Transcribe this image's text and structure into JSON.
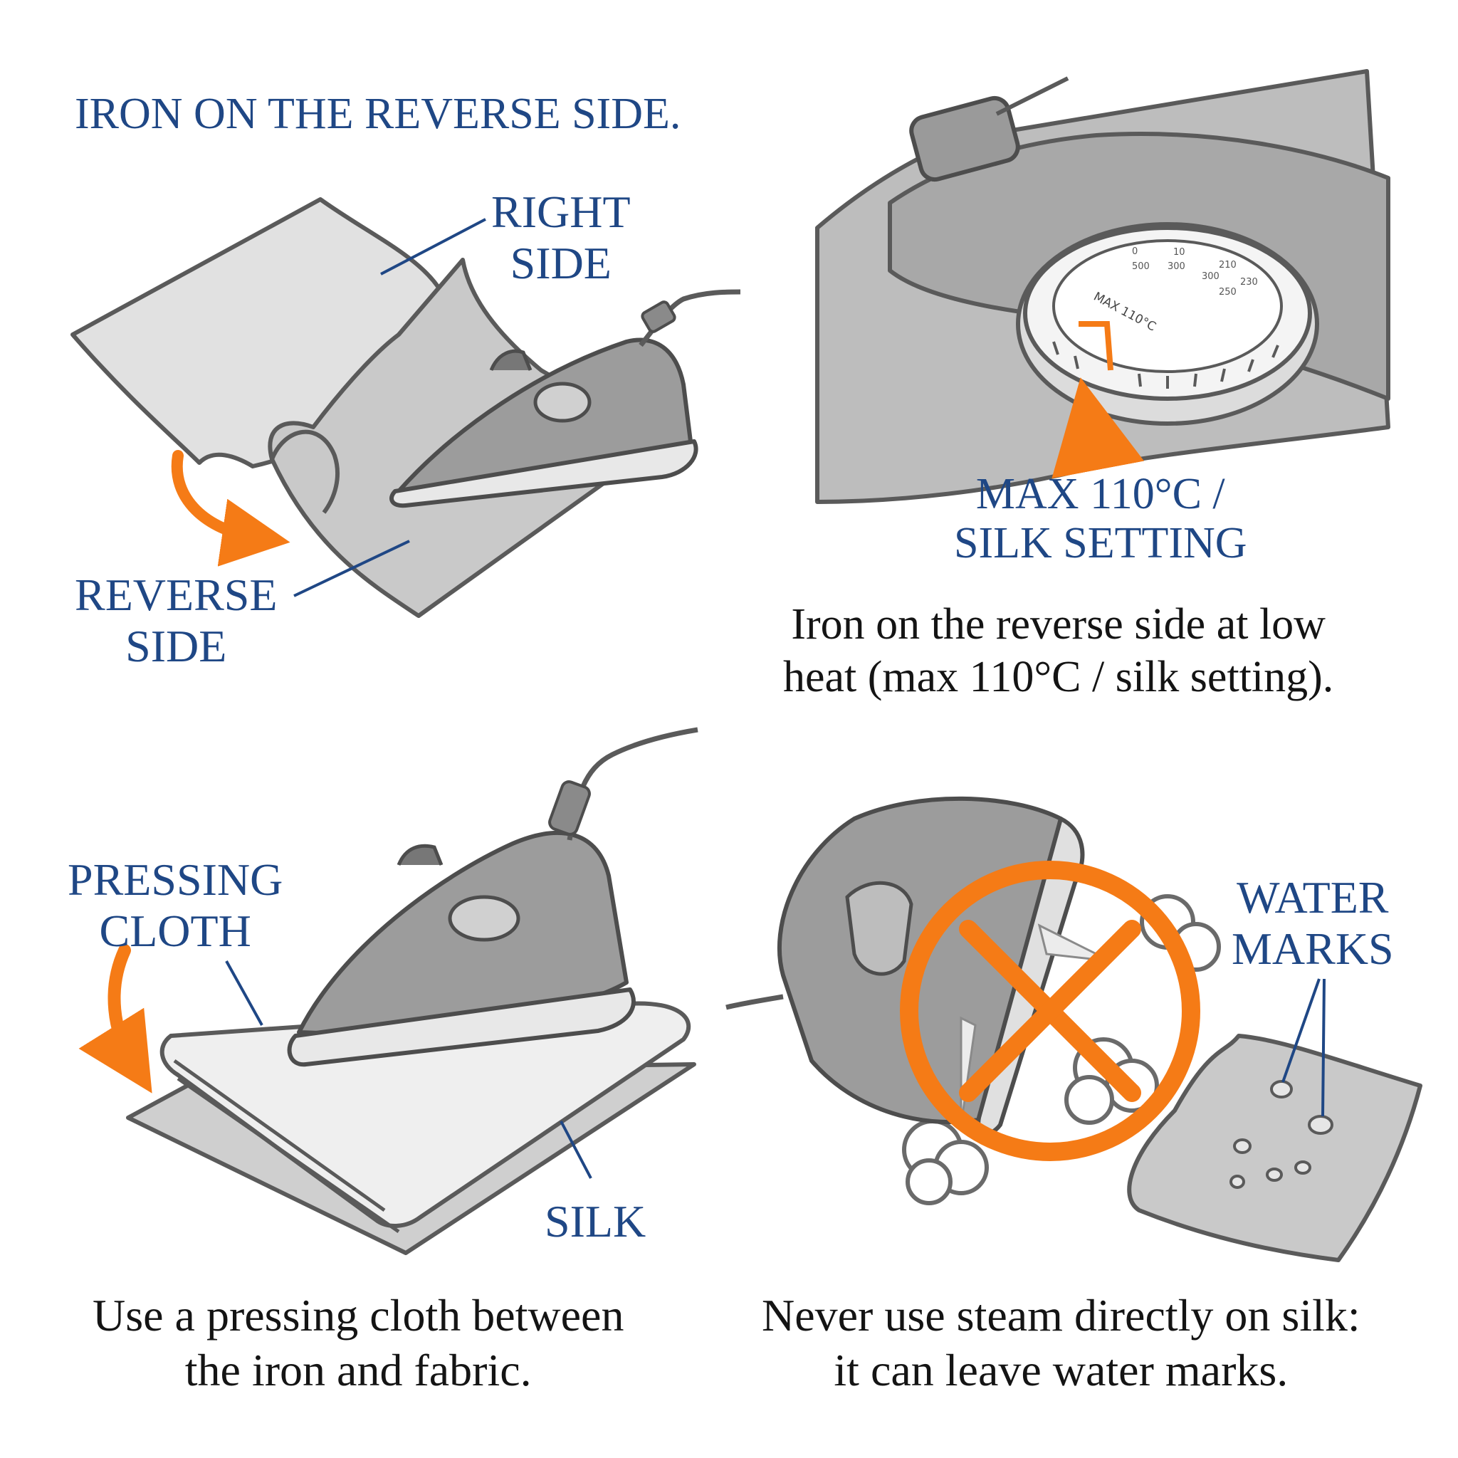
{
  "panels": [
    {
      "id": "reverse-side",
      "heading": "IRON ON THE REVERSE SIDE.",
      "labels": {
        "right_side": [
          "RIGHT",
          "SIDE"
        ],
        "reverse_side": [
          "REVERSE",
          "SIDE"
        ]
      }
    },
    {
      "id": "temperature",
      "dial": {
        "scale_top": [
          "0",
          "10",
          "210",
          "230"
        ],
        "scale_bottom": [
          "500",
          "300",
          "300",
          "250"
        ],
        "setting": "MAX 110°C"
      },
      "callout": [
        "MAX 110°C /",
        "SILK SETTING"
      ],
      "caption": [
        "Iron on the reverse side at low",
        "heat (max 110°C / silk setting)."
      ]
    },
    {
      "id": "pressing-cloth",
      "labels": {
        "pressing_cloth": [
          "PRESSING",
          "CLOTH"
        ],
        "silk": "SILK"
      },
      "caption": [
        "Use a pressing cloth between",
        "the iron and fabric."
      ]
    },
    {
      "id": "no-steam",
      "labels": {
        "water_marks": [
          "WATER",
          "MARKS"
        ]
      },
      "caption": [
        "Never use steam directly on silk:",
        "it can leave water marks."
      ]
    }
  ],
  "colors": {
    "label_blue": "#1f4785",
    "accent_orange": "#f57b16",
    "line_gray": "#5a5a5a",
    "fill_gray": "#c9c9c9"
  }
}
